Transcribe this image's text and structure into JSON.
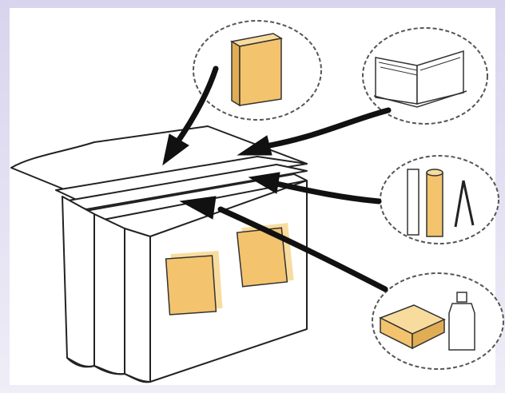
{
  "diagram": {
    "type": "illustration",
    "colors": {
      "background_frame": "#e4e1f2",
      "paper": "#ffffff",
      "outline": "#222222",
      "item_fill": "#f3c36e",
      "item_fill_light": "#f8dc9e",
      "arrow": "#111111",
      "callout_border": "#555555"
    },
    "main_object": "file-folder-box",
    "callouts": [
      {
        "name": "book-callout",
        "depicts": [
          "closed-book"
        ]
      },
      {
        "name": "open-book-callout",
        "depicts": [
          "open-book"
        ]
      },
      {
        "name": "supplies-callout",
        "depicts": [
          "ruler",
          "paper-roll",
          "tongs"
        ]
      },
      {
        "name": "kit-callout",
        "depicts": [
          "box",
          "bottle"
        ]
      }
    ]
  }
}
